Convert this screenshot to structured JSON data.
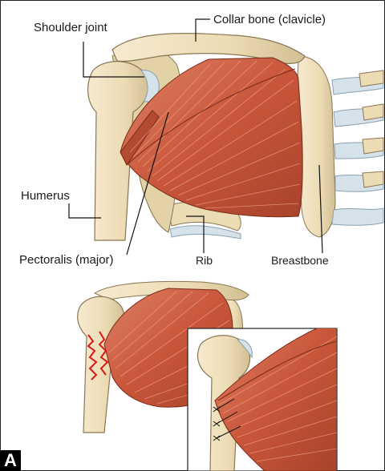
{
  "labels": {
    "shoulder_joint": "Shoulder joint",
    "collar_bone": "Collar bone (clavicle)",
    "humerus": "Humerus",
    "pectoralis": "Pectoralis (major)",
    "rib": "Rib",
    "breastbone": "Breastbone"
  },
  "panel_letter": "A",
  "colors": {
    "bone": "#ecdcb4",
    "bone_shadow": "#c9b68a",
    "cartilage": "#d6e2ea",
    "muscle": "#c9563a",
    "muscle_light": "#dc7b5e",
    "muscle_dark": "#9e3a25",
    "tear_red": "#d81818",
    "frame": "#222222"
  }
}
